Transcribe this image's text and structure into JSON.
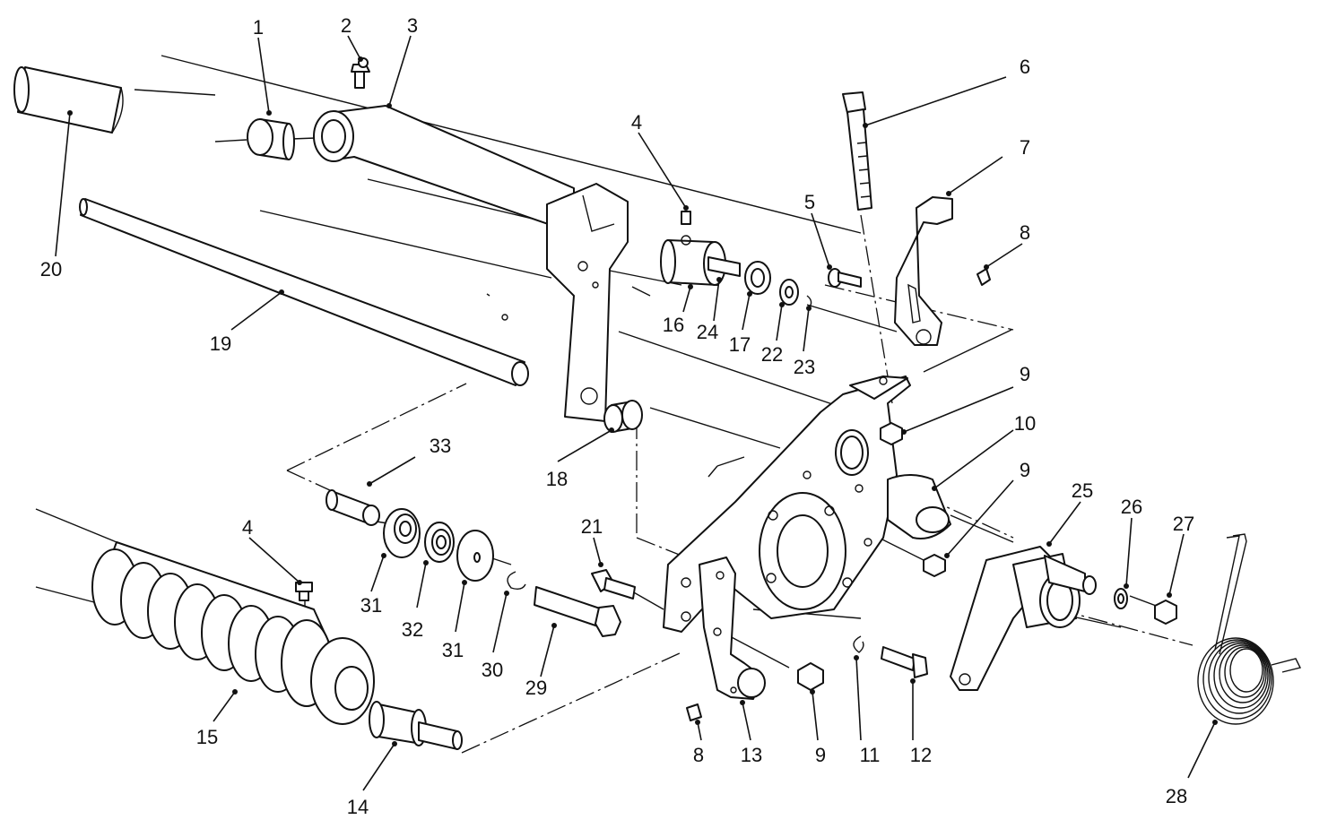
{
  "callouts": {
    "c1": "1",
    "c2": "2",
    "c3": "3",
    "c4a": "4",
    "c4b": "4",
    "c5": "5",
    "c6": "6",
    "c7": "7",
    "c8a": "8",
    "c8b": "8",
    "c9a": "9",
    "c9b": "9",
    "c9c": "9",
    "c10": "10",
    "c11": "11",
    "c12": "12",
    "c13": "13",
    "c14": "14",
    "c15": "15",
    "c16": "16",
    "c17": "17",
    "c18": "18",
    "c19": "19",
    "c20": "20",
    "c21": "21",
    "c22": "22",
    "c23": "23",
    "c24": "24",
    "c25": "25",
    "c26": "26",
    "c27": "27",
    "c28": "28",
    "c29": "29",
    "c30": "30",
    "c31a": "31",
    "c31b": "31",
    "c32": "32",
    "c33": "33"
  },
  "colors": {
    "line": "#111111",
    "background": "#ffffff"
  }
}
